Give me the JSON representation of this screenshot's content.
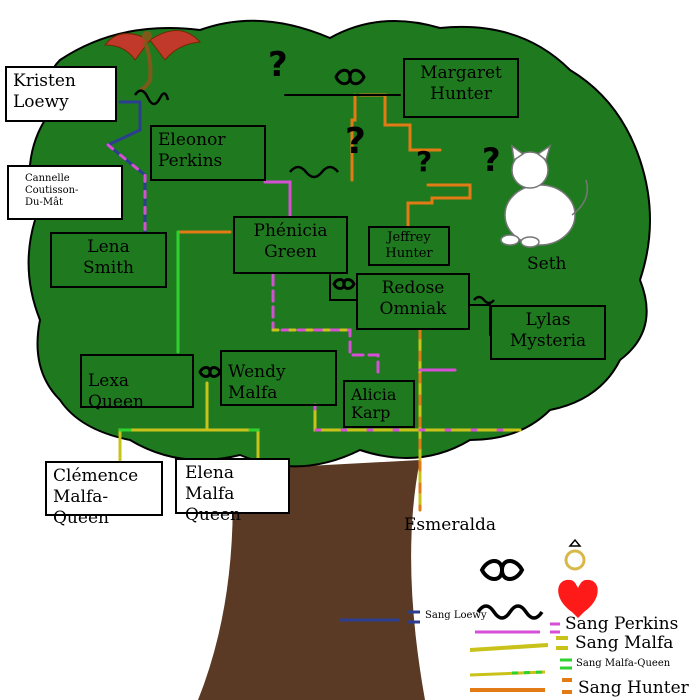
{
  "people": {
    "kristen": "Kristen\nLoewy",
    "eleonor": "Eleonor\nPerkins",
    "cannelle": "Cannelle\nCoutisson-\nDu-Mât",
    "lena": "Lena\nSmith",
    "margaret": "Margaret\nHunter",
    "jeffrey": "Jeffrey\nHunter",
    "phenicia": "Phénicia\nGreen",
    "redose": "Redose\nOmniak",
    "lylas": "Lylas\nMysteria",
    "lexa": "Lexa Queen",
    "wendy": "Wendy Malfa",
    "alicia": "Alicia\nKarp",
    "clemence": "Clémence\nMalfa-Queen",
    "elena": "Elena Malfa\nQueen",
    "seth": "Seth",
    "esmeralda": "Esmeralda"
  },
  "unknown_mark": "?",
  "legend": {
    "marriage_symbol": "∞ =",
    "love_symbol": "~~~ =",
    "sang_loewy": "Sang Loewy",
    "sang_perkins": "Sang Perkins",
    "sang_malfa": "Sang Malfa",
    "sang_malfa_queen": "Sang Malfa-Queen",
    "sang_hunter": "Sang Hunter"
  },
  "colors": {
    "foliage": "#1f7a1f",
    "trunk": "#5a3a24",
    "loewy": "#2c3e8f",
    "perkins": "#d64fd6",
    "malfa": "#c8c21a",
    "malfa_queen": "#2fd12f",
    "hunter": "#e27a16",
    "heart": "#ff1a1a",
    "ring": "#d9b84a"
  }
}
